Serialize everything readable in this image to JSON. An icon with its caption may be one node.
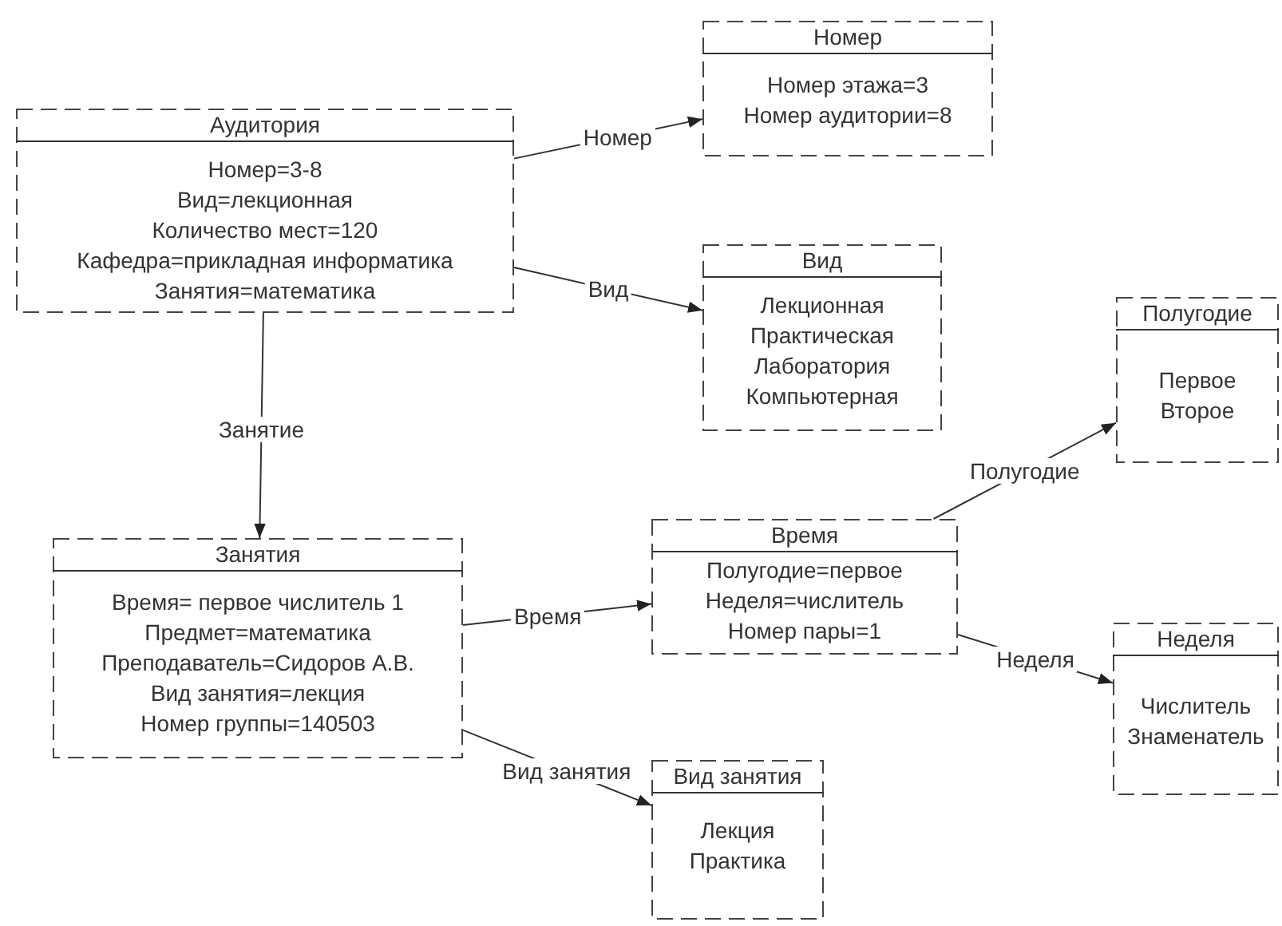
{
  "diagram": {
    "nodes": [
      {
        "text": [
          "Аудитория",
          "Номер=3-8",
          "Вид=лекционная",
          "Количество мест=120",
          "Кафедра=прикладная информатика",
          "Занятия=математика"
        ]
      },
      {
        "text": [
          "Номер",
          "Номер этажа=3",
          "Номер аудитории=8"
        ]
      },
      {
        "text": [
          "Вид",
          "Лекционная",
          "Практическая",
          "Лаборатория",
          "Компьютерная"
        ]
      },
      {
        "text": [
          "Полугодие",
          "Первое",
          "Второе"
        ]
      },
      {
        "text": [
          "Занятия",
          "Время= первое числитель 1",
          "Предмет=математика",
          "Преподаватель=Сидоров А.В.",
          "Вид занятия=лекция",
          "Номер группы=140503"
        ]
      },
      {
        "text": [
          "Время",
          "Полугодие=первое",
          "Неделя=числитель",
          "Номер пары=1"
        ]
      },
      {
        "text": [
          "Неделя",
          "Числитель",
          "Знаменатель"
        ]
      },
      {
        "text": [
          "Вид занятия",
          "Лекция",
          "Практика"
        ]
      }
    ],
    "edges": [
      {
        "from": 0,
        "to": 1,
        "arrow": "to",
        "label": "Номер"
      },
      {
        "from": 0,
        "to": 2,
        "arrow": "to",
        "label": "Вид"
      },
      {
        "from": 0,
        "to": 4,
        "arrow": "to",
        "label": "Занятие"
      },
      {
        "from": 4,
        "to": 5,
        "arrow": "to",
        "label": "Время"
      },
      {
        "from": 5,
        "to": 3,
        "arrow": "to",
        "label": "Полугодие"
      },
      {
        "from": 5,
        "to": 6,
        "arrow": "to",
        "label": "Неделя"
      },
      {
        "from": 4,
        "to": 7,
        "arrow": "to",
        "label": "Вид занятия"
      }
    ]
  }
}
